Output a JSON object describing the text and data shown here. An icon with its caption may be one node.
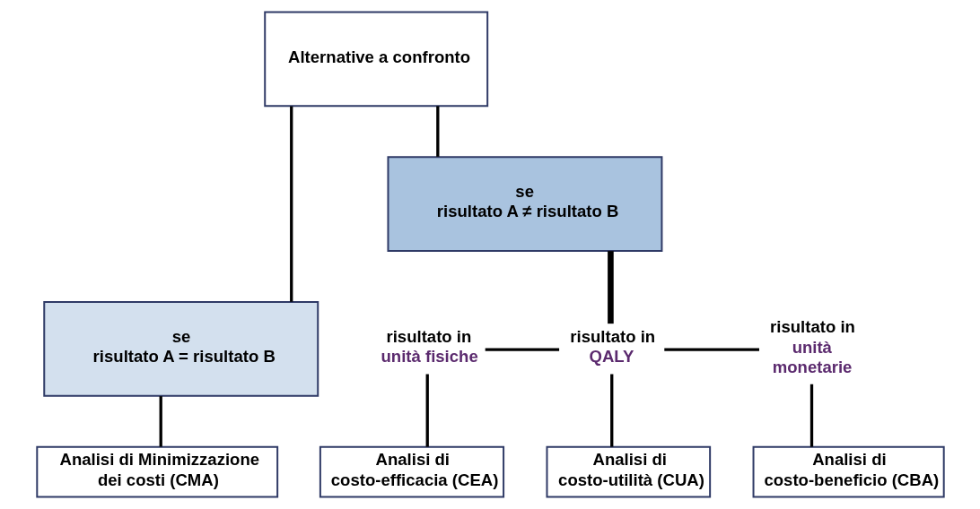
{
  "diagram": {
    "nodes": [
      {
        "text": [
          "Alternative a confronto"
        ]
      },
      {
        "text": [
          "se",
          "risultato A = risultato B"
        ]
      },
      {
        "text": [
          "se",
          "risultato A ≠ risultato B"
        ]
      },
      {
        "text": [
          "risultato in",
          "unità fisiche"
        ]
      },
      {
        "text": [
          "risultato in",
          "QALY"
        ]
      },
      {
        "text": [
          "risultato in",
          "unità monetarie"
        ]
      },
      {
        "text": [
          "Analisi di Minimizzazione dei costi (CMA)"
        ]
      },
      {
        "text": [
          "Analisi di costo-efficacia (CEA)"
        ]
      },
      {
        "text": [
          "Analisi di costo-utilità (CUA)"
        ]
      },
      {
        "text": [
          "Analisi di costo-beneficio (CBA)"
        ]
      }
    ],
    "edges": [
      {
        "from": 0,
        "to": 1,
        "arrow": "none"
      },
      {
        "from": 0,
        "to": 2,
        "arrow": "none"
      },
      {
        "from": 1,
        "to": 6,
        "arrow": "none"
      },
      {
        "from": 2,
        "to": 4,
        "arrow": "none",
        "style": "thick"
      },
      {
        "from": 3,
        "to": 4,
        "arrow": "none"
      },
      {
        "from": 4,
        "to": 5,
        "arrow": "none"
      },
      {
        "from": 3,
        "to": 7,
        "arrow": "none"
      },
      {
        "from": 4,
        "to": 8,
        "arrow": "none"
      },
      {
        "from": 5,
        "to": 9,
        "arrow": "none"
      }
    ]
  }
}
